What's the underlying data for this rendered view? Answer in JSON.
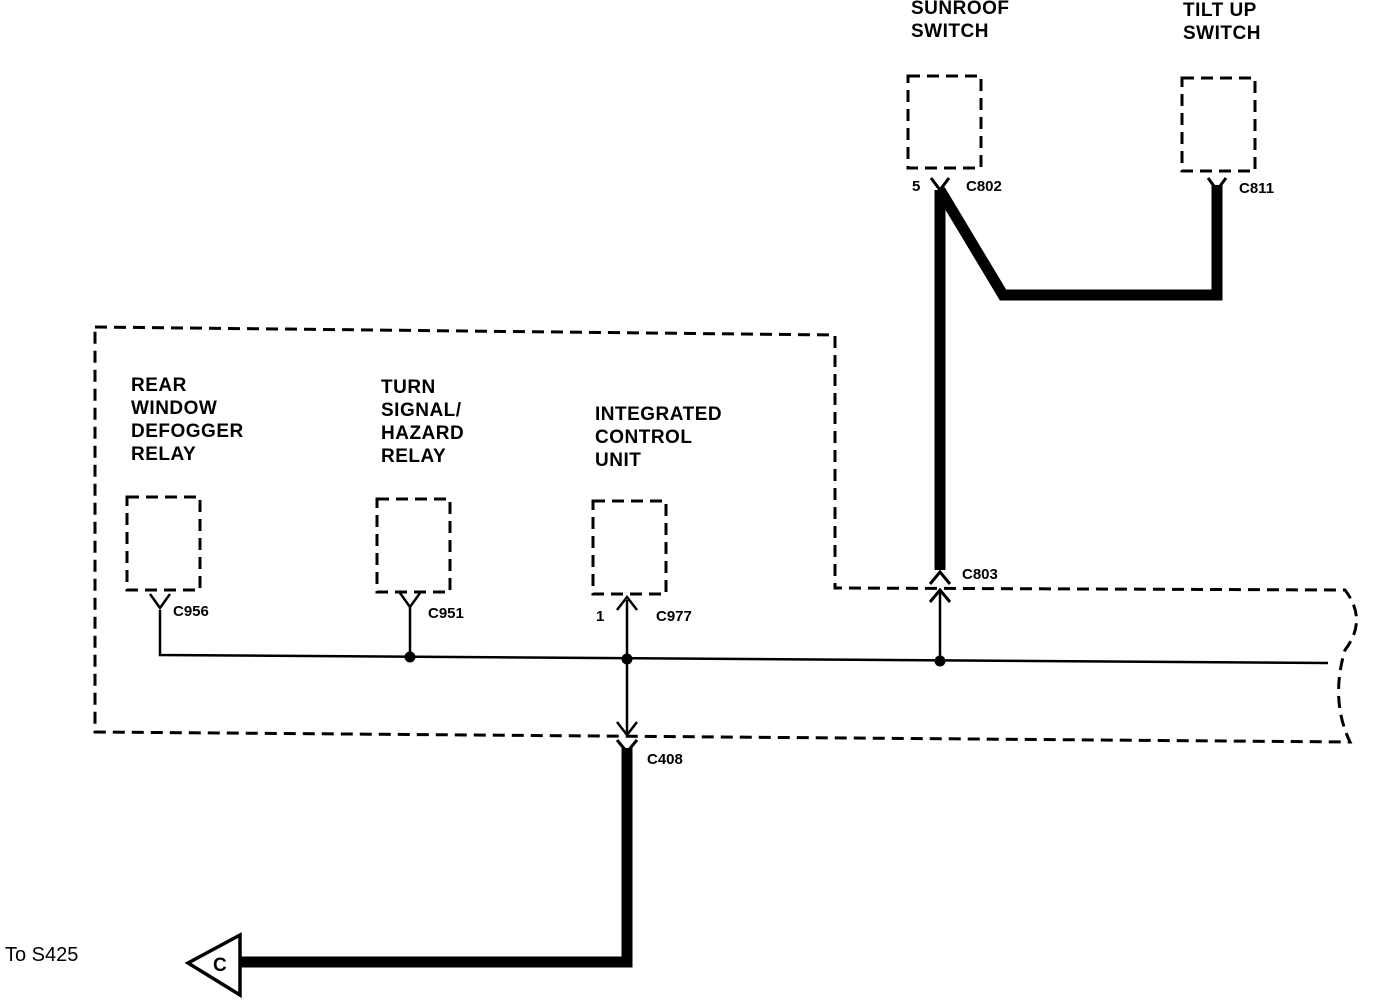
{
  "components": {
    "sunroof_switch": {
      "line1": "SUNROOF",
      "line2": "SWITCH"
    },
    "tilt_up_switch": {
      "line1": "TILT UP",
      "line2": "SWITCH"
    },
    "rear_defogger_relay": {
      "line1": "REAR",
      "line2": "WINDOW",
      "line3": "DEFOGGER",
      "line4": "RELAY"
    },
    "turn_hazard_relay": {
      "line1": "TURN",
      "line2": "SIGNAL/",
      "line3": "HAZARD",
      "line4": "RELAY"
    },
    "integrated_control_unit": {
      "line1": "INTEGRATED",
      "line2": "CONTROL",
      "line3": "UNIT"
    }
  },
  "connectors": {
    "c802": "C802",
    "c802_pin": "5",
    "c811": "C811",
    "c803": "C803",
    "c956": "C956",
    "c951": "C951",
    "c977": "C977",
    "c977_pin": "1",
    "c408": "C408"
  },
  "offpage": {
    "text": "To S425",
    "symbol": "C"
  }
}
